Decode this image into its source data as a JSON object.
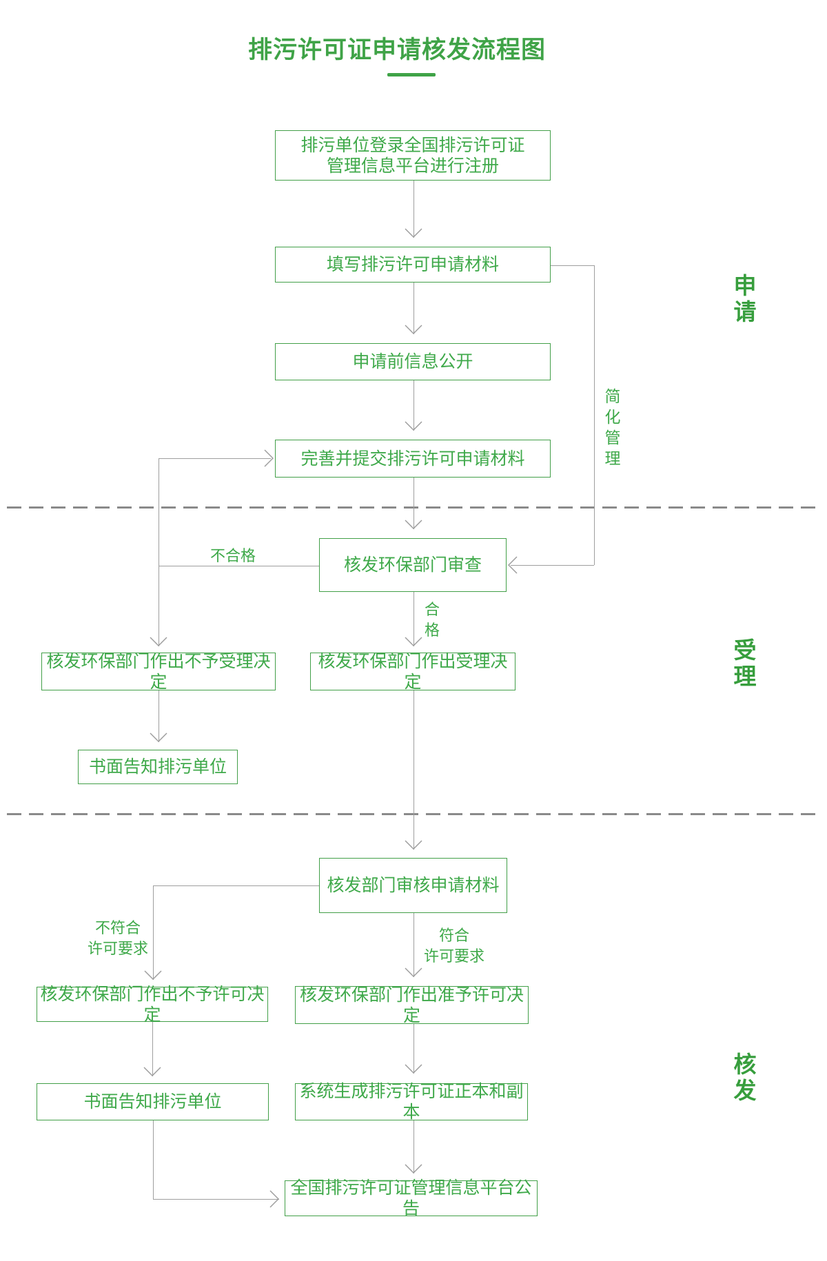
{
  "title": "排污许可证申请核发流程图",
  "colors": {
    "accent_green": "#3FA347",
    "line_gray": "#9E9E9E",
    "dash_gray": "#8A8A8A"
  },
  "sections": [
    {
      "label": "申\n请"
    },
    {
      "label": "受\n理"
    },
    {
      "label": "核\n发"
    }
  ],
  "nodes": {
    "register": "排污单位登录全国排污许可证\n管理信息平台进行注册",
    "fill_materials": "填写排污许可申请材料",
    "pre_disclosure": "申请前信息公开",
    "submit_materials": "完善并提交排污许可申请材料",
    "dept_review": "核发环保部门审查",
    "reject_acceptance": "核发环保部门作出不予受理决定",
    "accept_decision": "核发环保部门作出受理决定",
    "notify_written_1": "书面告知排污单位",
    "verify_materials": "核发部门审核申请材料",
    "deny_permit": "核发环保部门作出不予许可决定",
    "grant_permit": "核发环保部门作出准予许可决定",
    "notify_written_2": "书面告知排污单位",
    "generate_permit": "系统生成排污许可证正本和副本",
    "platform_announce": "全国排污许可证管理信息平台公告"
  },
  "edge_labels": {
    "unqualified": "不合格",
    "qualified": "合\n格",
    "simplified_mgmt": "简\n化\n管\n理",
    "not_meet_requirements": "不符合\n许可要求",
    "meet_requirements": "符合\n许可要求"
  }
}
